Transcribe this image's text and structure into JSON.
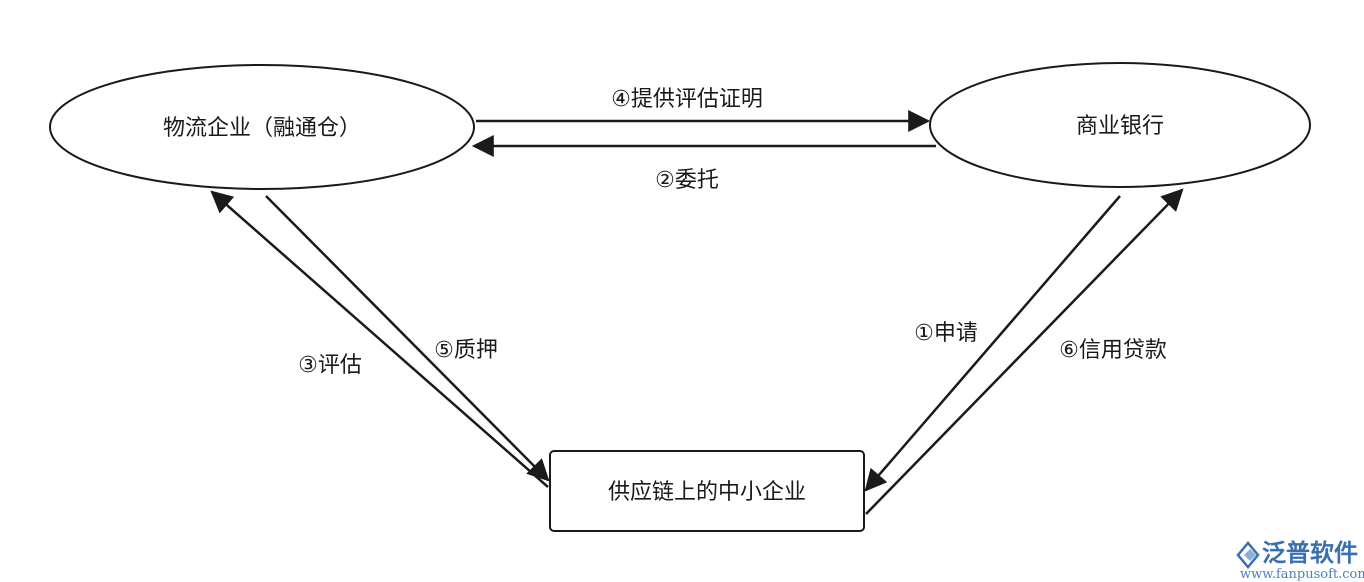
{
  "nodes": {
    "logistics": "物流企业（融通仓）",
    "bank": "商业银行",
    "sme": "供应链上的中小企业"
  },
  "edges": {
    "provide_evaluation_certificate": "④提供评估证明",
    "entrust": "②委托",
    "evaluate": "③评估",
    "pledge": "⑤质押",
    "apply": "①申请",
    "credit_loan": "⑥信用贷款"
  },
  "watermark": {
    "brand": "泛普软件",
    "url": "www.fanpusoft.com"
  },
  "colors": {
    "stroke": "#1a1a1a",
    "watermark": "#3a6fb0"
  }
}
